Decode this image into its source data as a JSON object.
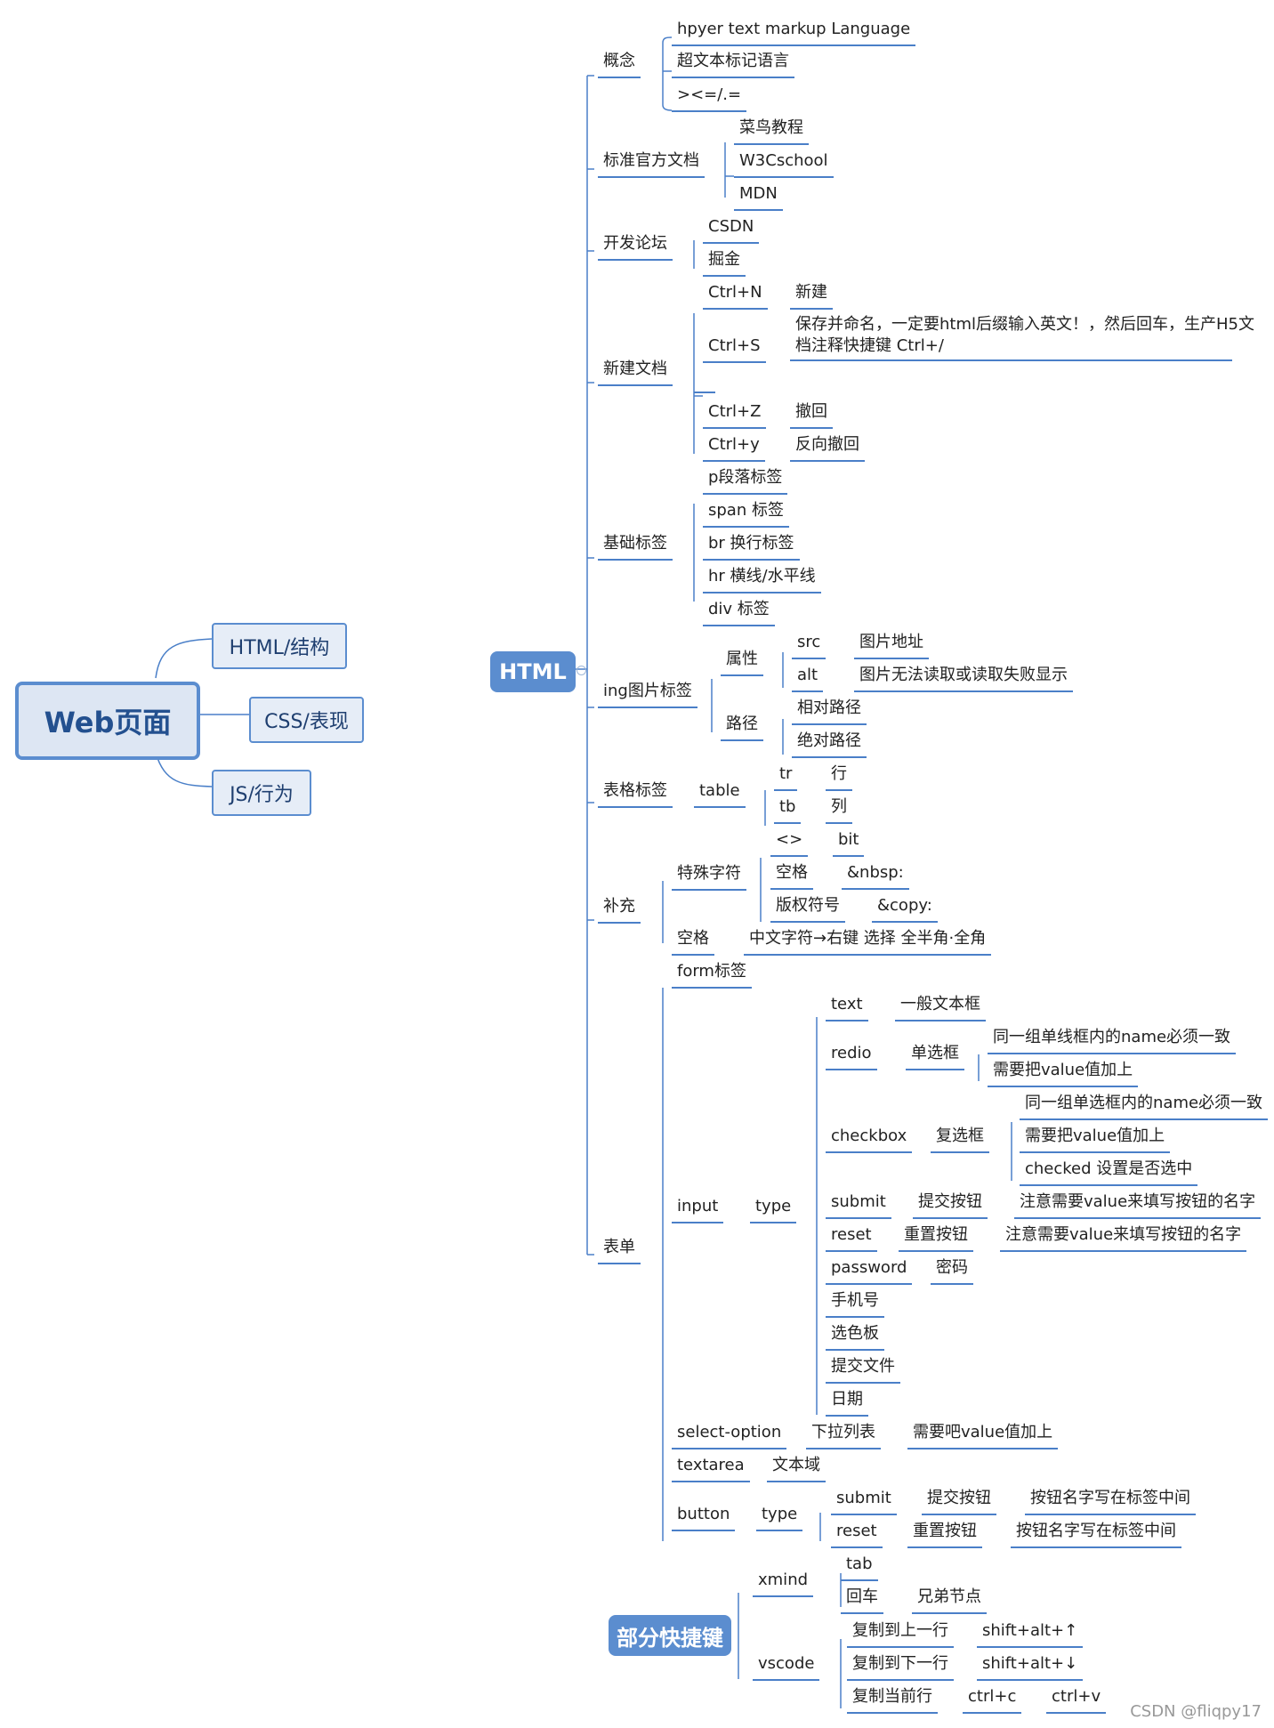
{
  "root": "Web页面",
  "root_children": [
    "HTML/结构",
    "CSS/表现",
    "JS/行为"
  ],
  "html": "HTML",
  "concept": {
    "label": "概念",
    "items": [
      "hpyer text markup Language",
      "超文本标记语言",
      "><=/.="
    ]
  },
  "docs": {
    "label": "标准官方文档",
    "items": [
      "菜鸟教程",
      "W3Cschool",
      "MDN"
    ]
  },
  "forums": {
    "label": "开发论坛",
    "items": [
      "CSDN",
      "掘金"
    ]
  },
  "newdoc": {
    "label": "新建文档",
    "rows": [
      {
        "key": "Ctrl+N",
        "val": "新建"
      },
      {
        "key": "Ctrl+S",
        "val1": "保存并命名，一定要html后缀输入英文！，然后回车，生产H5文",
        "val2": "档注释快捷键 Ctrl+/"
      },
      {
        "key": "Ctrl+Z",
        "val": "撤回"
      },
      {
        "key": "Ctrl+y",
        "val": "反向撤回"
      }
    ]
  },
  "basic": {
    "label": "基础标签",
    "items": [
      "p段落标签",
      "span 标签",
      "br 换行标签",
      "hr 横线/水平线",
      "div 标签"
    ]
  },
  "img": {
    "label": "ing图片标签",
    "attr": "属性",
    "src": "src",
    "src_val": "图片地址",
    "alt": "alt",
    "alt_val": "图片无法读取或读取失败显示",
    "path": "路径",
    "rel": "相对路径",
    "abs": "绝对路径"
  },
  "table": {
    "label": "表格标签",
    "table": "table",
    "tr": "tr",
    "tr_val": "行",
    "tb": "tb",
    "tb_val": "列"
  },
  "supp": {
    "label": "补充",
    "special": "特殊字符",
    "lt": "<>",
    "lt_val": "bit",
    "space": "空格",
    "space_val": "&nbsp:",
    "copy": "版权符号",
    "copy_val": "&copy:",
    "space2": "空格",
    "space2_val": "中文字符→右键 选择 全半角·全角"
  },
  "form": {
    "label": "表单",
    "formtag": "form标签",
    "input": "input",
    "type": "type",
    "text": "text",
    "text_val": "一般文本框",
    "redio": "redio",
    "redio_val": "单选框",
    "redio_n1": "同一组单线框内的name必须一致",
    "redio_n2": "需要把value值加上",
    "checkbox": "checkbox",
    "checkbox_val": "复选框",
    "cb_n1": "同一组单选框内的name必须一致",
    "cb_n2": "需要把value值加上",
    "cb_n3": "checked 设置是否选中",
    "submit": "submit",
    "submit_val": "提交按钮",
    "submit_n": "注意需要value来填写按钮的名字",
    "reset": "reset",
    "reset_val": "重置按钮",
    "reset_n": "注意需要value来填写按钮的名字",
    "password": "password",
    "password_val": "密码",
    "phone": "手机号",
    "color": "选色板",
    "file": "提交文件",
    "date": "日期",
    "select": "select-option",
    "select_val": "下拉列表",
    "select_n": "需要吧value值加上",
    "textarea": "textarea",
    "textarea_val": "文本域",
    "button": "button",
    "btype": "type",
    "bsubmit": "submit",
    "bsubmit_val": "提交按钮",
    "bsubmit_n": "按钮名字写在标签中间",
    "breset": "reset",
    "breset_val": "重置按钮",
    "breset_n": "按钮名字写在标签中间"
  },
  "shortcuts": {
    "label": "部分快捷键",
    "xmind": "xmind",
    "tab": "tab",
    "enter": "回车",
    "enter_val": "兄弟节点",
    "vscode": "vscode",
    "up": "复制到上一行",
    "up_val": "shift+alt+↑",
    "down": "复制到下一行",
    "down_val": "shift+alt+↓",
    "cur": "复制当前行",
    "cur_v1": "ctrl+c",
    "cur_v2": "ctrl+v"
  },
  "watermark": "CSDN @fliqpy17"
}
